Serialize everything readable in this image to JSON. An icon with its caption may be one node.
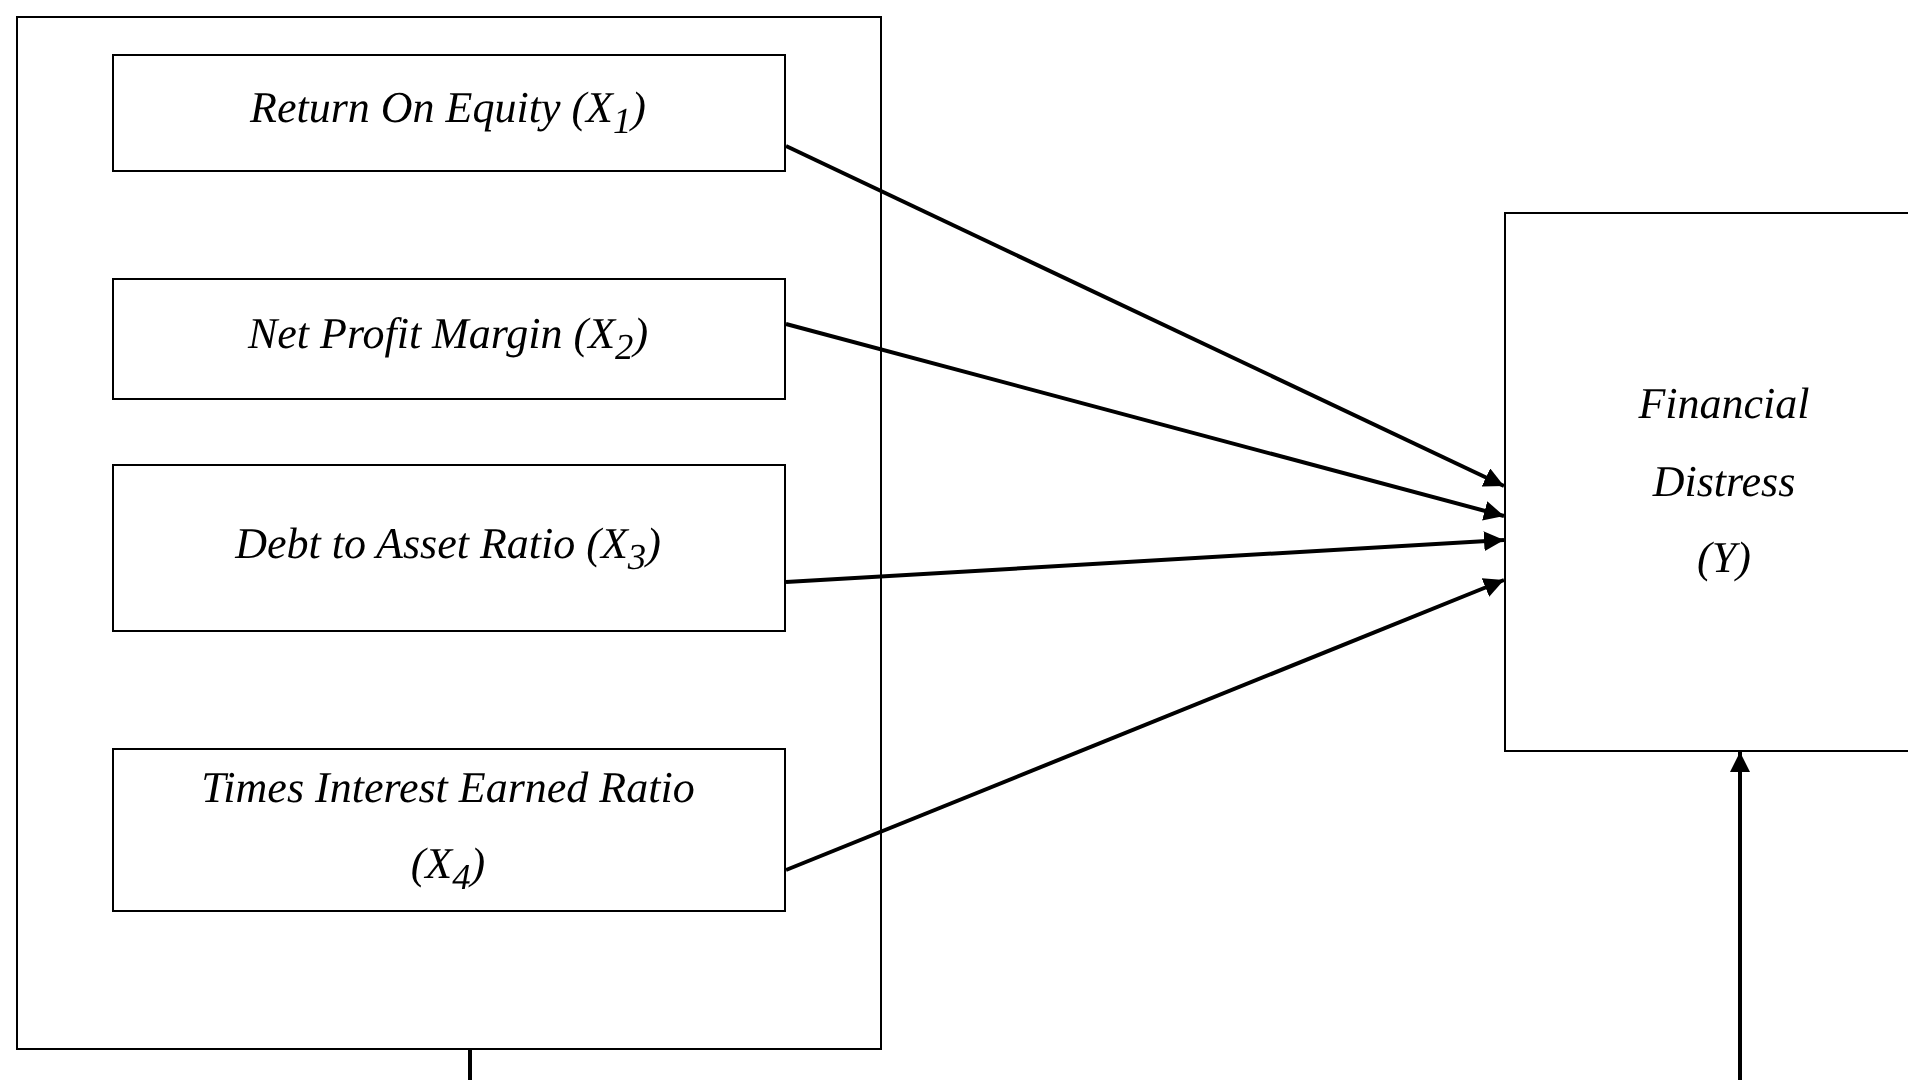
{
  "diagram": {
    "nodes": [
      {
        "text": [],
        "shape": "box"
      },
      {
        "text": [
          "Return On Equity (X$_{1}$)"
        ],
        "in": 0
      },
      {
        "text": [
          "Net Profit Margin (X$_{2}$)"
        ],
        "in": 0
      },
      {
        "text": [
          "Debt to Asset Ratio (X$_{3}$)"
        ],
        "in": 0
      },
      {
        "text": [
          "Times Interest Earned Ratio (X$_{4}$)"
        ],
        "in": 0
      },
      {
        "text": [
          "Financial Distress (Y)"
        ]
      }
    ],
    "edges": [
      {
        "from": 1,
        "to": 5,
        "arrow": "to"
      },
      {
        "from": 2,
        "to": 5,
        "arrow": "to"
      },
      {
        "from": 3,
        "to": 5,
        "arrow": "to"
      },
      {
        "from": 4,
        "to": 5,
        "arrow": "to"
      },
      {
        "from": 0,
        "to": 5,
        "arrow": "to"
      }
    ]
  }
}
